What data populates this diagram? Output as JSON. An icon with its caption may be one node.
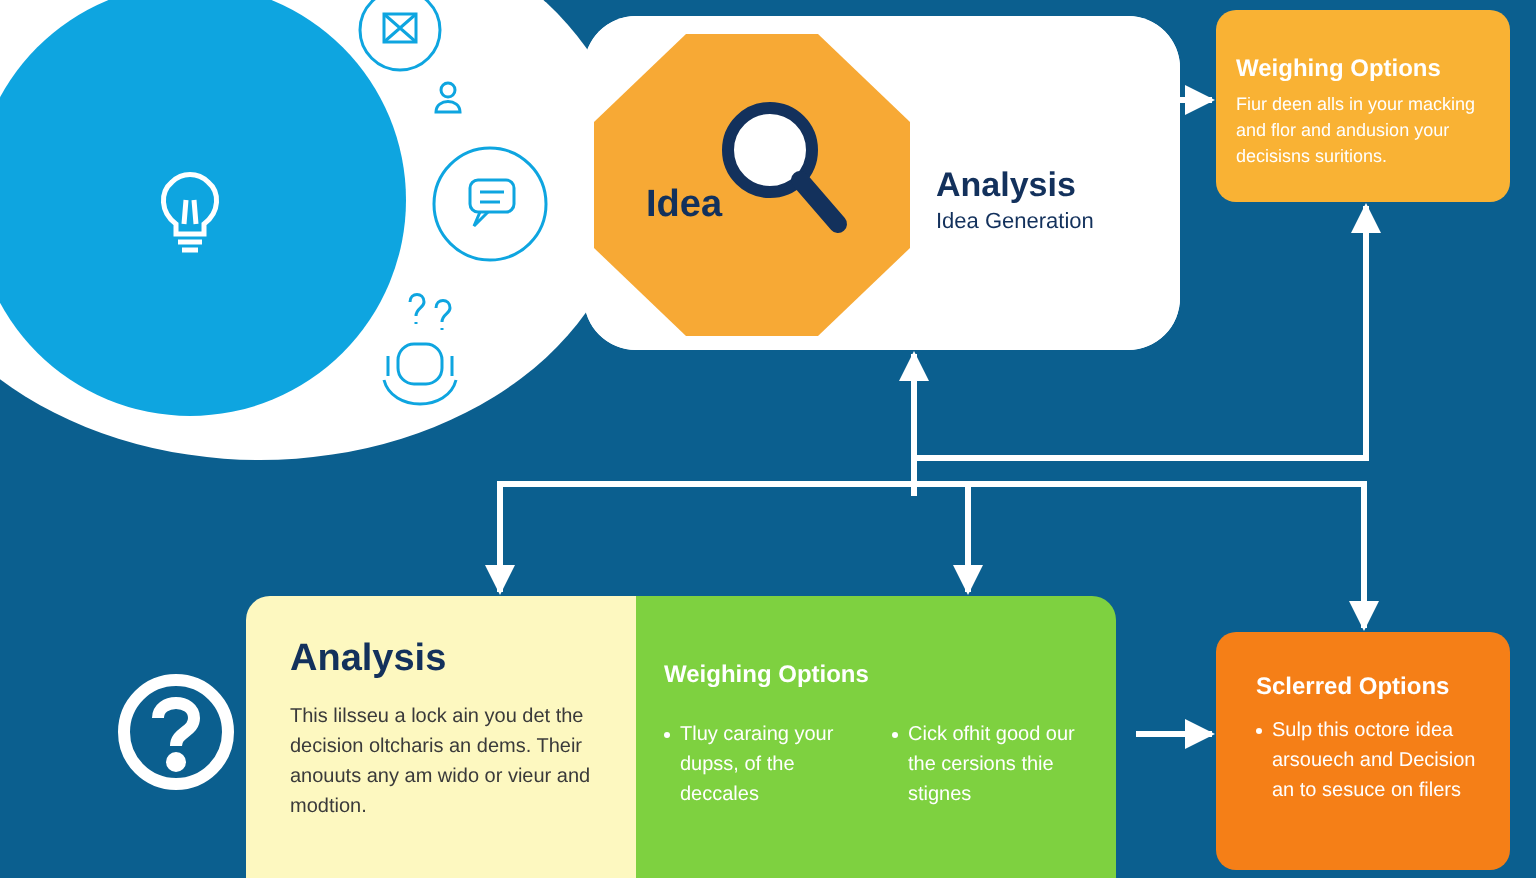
{
  "diagram": {
    "nodes": [
      {
        "text": [
          "Analysis",
          "Idea Generation"
        ]
      },
      {
        "text": [
          "Idea"
        ],
        "in": 0
      },
      {
        "text": [
          "Weighing Options",
          "Fiur deen alls in your macking and flor and andusion your decisisns suritions."
        ]
      },
      {
        "text": [
          "Analysis",
          "This lilsseu a lock ain you det the decision oltcharis an dems. Their anouuts any am wido or vieur and modtion."
        ]
      },
      {
        "text": [
          "Weighing Options",
          "Tluy caraing your dupss, of the deccales",
          "Cick ofhit good our the cersions thie stignes"
        ]
      },
      {
        "text": [
          "Sclerred Options",
          "Sulp this octore idea arsouech and Decision an to sesuce on filers"
        ]
      }
    ],
    "edges": [
      {
        "from": 0,
        "to": 2,
        "arrow": "to"
      },
      {
        "from": null,
        "to": 0,
        "arrow": "to"
      },
      {
        "from": null,
        "to": 2,
        "arrow": "to"
      },
      {
        "from": null,
        "to": 3,
        "arrow": "to"
      },
      {
        "from": null,
        "to": 4,
        "arrow": "to"
      },
      {
        "from": null,
        "to": 5,
        "arrow": "to"
      },
      {
        "from": 4,
        "to": 5,
        "arrow": "to"
      }
    ]
  }
}
